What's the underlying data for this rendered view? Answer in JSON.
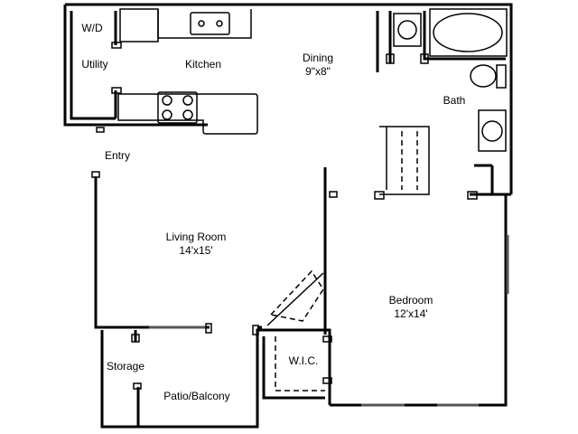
{
  "rooms": {
    "wd": {
      "name": "W/D"
    },
    "utility": {
      "name": "Utility"
    },
    "kitchen": {
      "name": "Kitchen"
    },
    "dining": {
      "name": "Dining",
      "size": "9\"x8\""
    },
    "bath": {
      "name": "Bath"
    },
    "entry": {
      "name": "Entry"
    },
    "living": {
      "name": "Living Room",
      "size": "14'x15'"
    },
    "bedroom": {
      "name": "Bedroom",
      "size": "12'x14'"
    },
    "wic": {
      "name": "W.I.C."
    },
    "storage": {
      "name": "Storage"
    },
    "patio": {
      "name": "Patio/Balcony"
    }
  }
}
